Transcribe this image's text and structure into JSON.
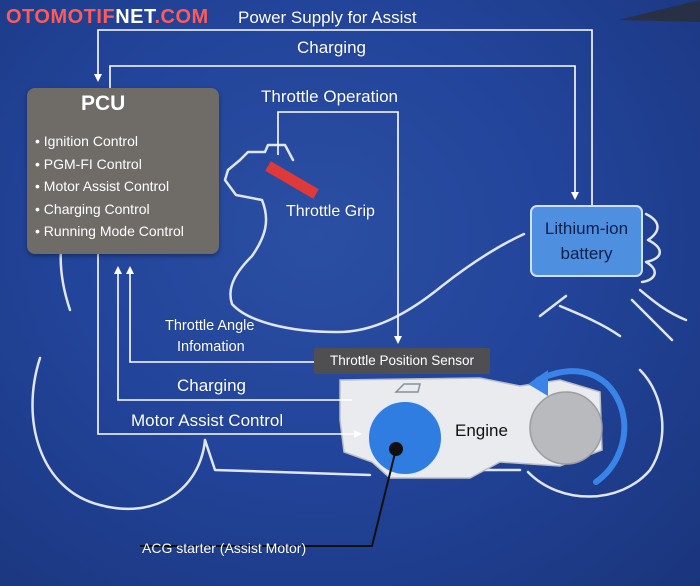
{
  "watermark": {
    "part1": "OTOMOTIF",
    "part2": "NET",
    "part3": ".COM"
  },
  "labels": {
    "power_supply": "Power Supply for Assist",
    "charging_top": "Charging",
    "throttle_operation": "Throttle Operation",
    "throttle_grip": "Throttle Grip",
    "throttle_angle_line1": "Throttle Angle",
    "throttle_angle_line2": "Infomation",
    "charging_bottom": "Charging",
    "motor_assist_control": "Motor Assist Control",
    "engine": "Engine",
    "acg_starter": "ACG starter (Assist Motor)"
  },
  "pcu": {
    "title": "PCU",
    "items": [
      "Ignition Control",
      "PGM-FI Control",
      "Motor Assist Control",
      "Charging Control",
      "Running Mode Control"
    ]
  },
  "battery": {
    "line1": "Lithium-ion",
    "line2": "battery"
  },
  "throttle_position_sensor": "Throttle Position Sensor",
  "colors": {
    "background": "#22449a",
    "pcu_box": "#6f6c68",
    "battery_box": "#4f8fe0",
    "sensor_box": "#4f4f52",
    "throttle_grip": "#e0393a",
    "acg_motor": "#2f7de0",
    "outline": "#dfe6f5",
    "watermark_red": "#ff5a5a"
  }
}
